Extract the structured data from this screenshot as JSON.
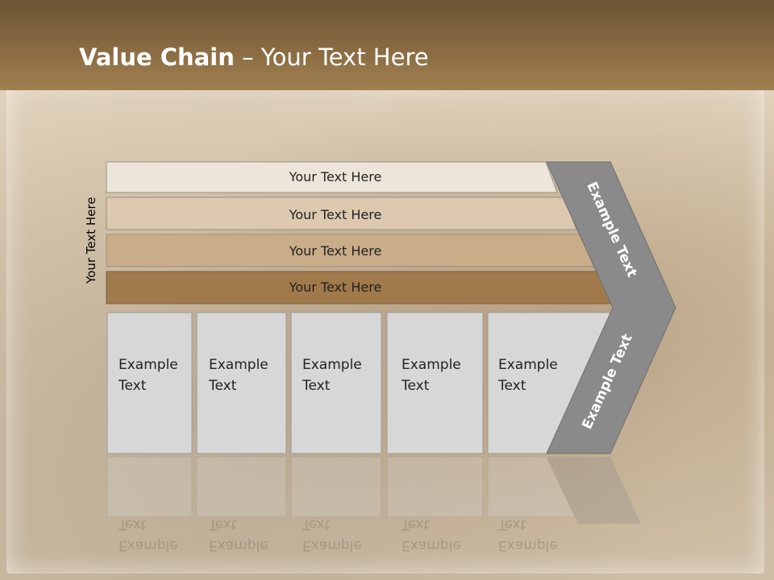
{
  "slide": {
    "title_bold": "Value Chain",
    "title_rest": " – Your Text Here",
    "side_label": "Your Text Here"
  },
  "bars": [
    {
      "label": "Your Text Here",
      "fill": "#ede5da"
    },
    {
      "label": "Your Text Here",
      "fill": "#dcc9b0"
    },
    {
      "label": "Your Text Here",
      "fill": "#c9ad88"
    },
    {
      "label": "Your Text Here",
      "fill": "#a07a4b"
    }
  ],
  "boxes": [
    {
      "line1": "Example",
      "line2": "Text"
    },
    {
      "line1": "Example",
      "line2": "Text"
    },
    {
      "line1": "Example",
      "line2": "Text"
    },
    {
      "line1": "Example",
      "line2": "Text"
    },
    {
      "line1": "Example",
      "line2": "Text"
    }
  ],
  "chevron": {
    "upper_text": "Example Text",
    "lower_text": "Example Text",
    "fill": "#8a8a8a"
  },
  "colors": {
    "box_fill": "#d7d7d7",
    "box_stroke": "#9a9a9a",
    "title_bar": "#8a6b42"
  }
}
